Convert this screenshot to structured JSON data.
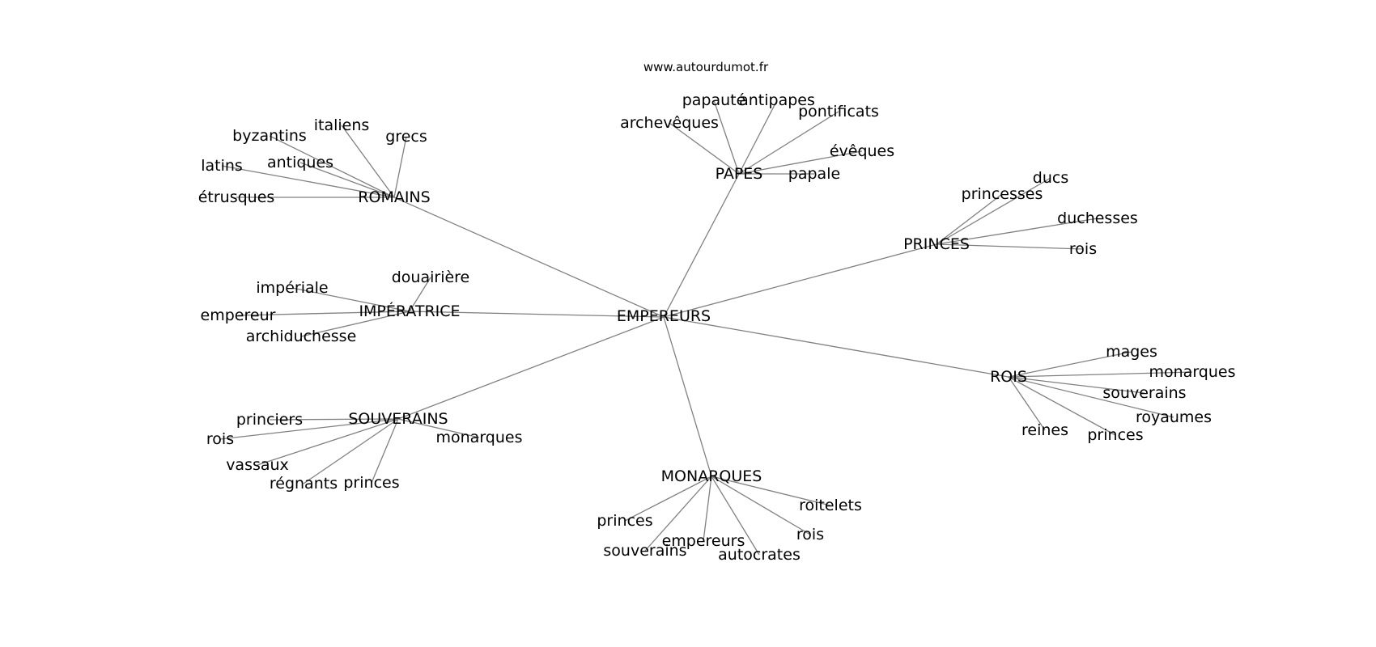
{
  "source": "www.autourdumot.fr",
  "center": "EMPEREURS",
  "colors": {
    "edge": "#808080",
    "text": "#000000",
    "background": "#ffffff"
  },
  "clusters": [
    {
      "hub": "ROMAINS",
      "words": [
        "byzantins",
        "italiens",
        "grecs",
        "antiques",
        "latins",
        "étrusques"
      ]
    },
    {
      "hub": "PAPES",
      "words": [
        "papauté",
        "antipapes",
        "pontificats",
        "archevêques",
        "évêques",
        "papale"
      ]
    },
    {
      "hub": "PRINCES",
      "words": [
        "princesses",
        "ducs",
        "duchesses",
        "rois"
      ]
    },
    {
      "hub": "IMPÉRATRICE",
      "words": [
        "impériale",
        "douairière",
        "empereur",
        "archiduchesse"
      ]
    },
    {
      "hub": "ROIS",
      "words": [
        "mages",
        "monarques",
        "souverains",
        "royaumes",
        "reines",
        "princes"
      ]
    },
    {
      "hub": "SOUVERAINS",
      "words": [
        "princiers",
        "rois",
        "monarques",
        "vassaux",
        "régnants",
        "princes"
      ]
    },
    {
      "hub": "MONARQUES",
      "words": [
        "princes",
        "roitelets",
        "empereurs",
        "rois",
        "souverains",
        "autocrates"
      ]
    }
  ]
}
